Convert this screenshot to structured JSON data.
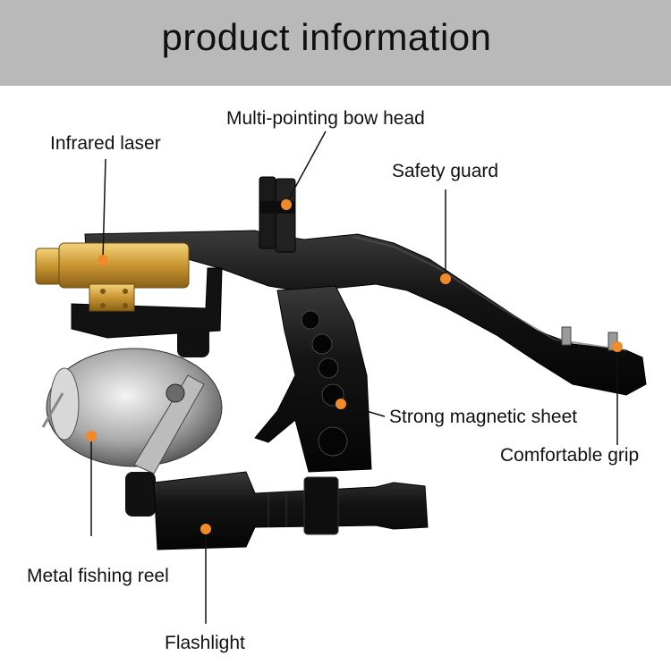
{
  "banner": {
    "title": "product information"
  },
  "labels": {
    "bow_head": "Multi-pointing bow head",
    "infrared_laser": "Infrared laser",
    "safety_guard": "Safety guard",
    "magnetic_sheet": "Strong magnetic sheet",
    "comfortable_grip": "Comfortable grip",
    "fishing_reel": "Metal fishing reel",
    "flashlight": "Flashlight"
  },
  "colors": {
    "banner": "#b9b9b9",
    "marker": "#f08a2a",
    "body": "#1c1c1c",
    "laser": "#d4a545"
  }
}
